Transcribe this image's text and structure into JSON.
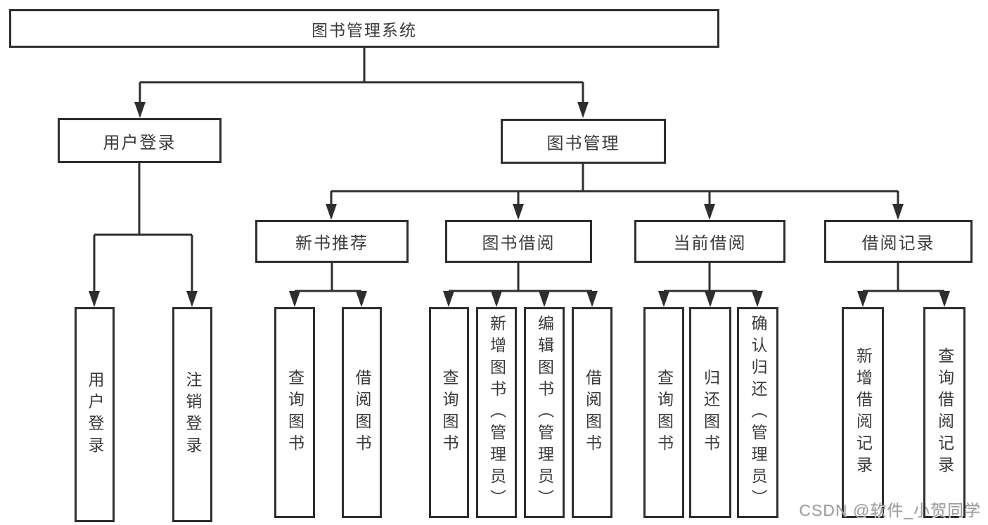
{
  "root": {
    "label": "图书管理系统"
  },
  "login": {
    "label": "用户登录",
    "children": [
      {
        "label": "用户登录"
      },
      {
        "label": "注销登录"
      }
    ]
  },
  "mgmt": {
    "label": "图书管理",
    "sections": [
      {
        "label": "新书推荐",
        "children": [
          {
            "label": "查询图书"
          },
          {
            "label": "借阅图书"
          }
        ]
      },
      {
        "label": "图书借阅",
        "children": [
          {
            "label": "查询图书"
          },
          {
            "label": "新增图书（管理员）"
          },
          {
            "label": "编辑图书（管理员）"
          },
          {
            "label": "借阅图书"
          }
        ]
      },
      {
        "label": "当前借阅",
        "children": [
          {
            "label": "查询图书"
          },
          {
            "label": "归还图书"
          },
          {
            "label": "确认归还（管理员）"
          }
        ]
      },
      {
        "label": "借阅记录",
        "children": [
          {
            "label": "新增借阅记录"
          },
          {
            "label": "查询借阅记录"
          }
        ]
      }
    ]
  },
  "watermark": {
    "text": "CSDN @软件_小贺同学"
  },
  "colors": {
    "line": "#2e2e2e",
    "box_border": "#2e2e2e",
    "text": "#3a3a3a",
    "watermark": "#9d9d9d",
    "background": "#ffffff"
  }
}
